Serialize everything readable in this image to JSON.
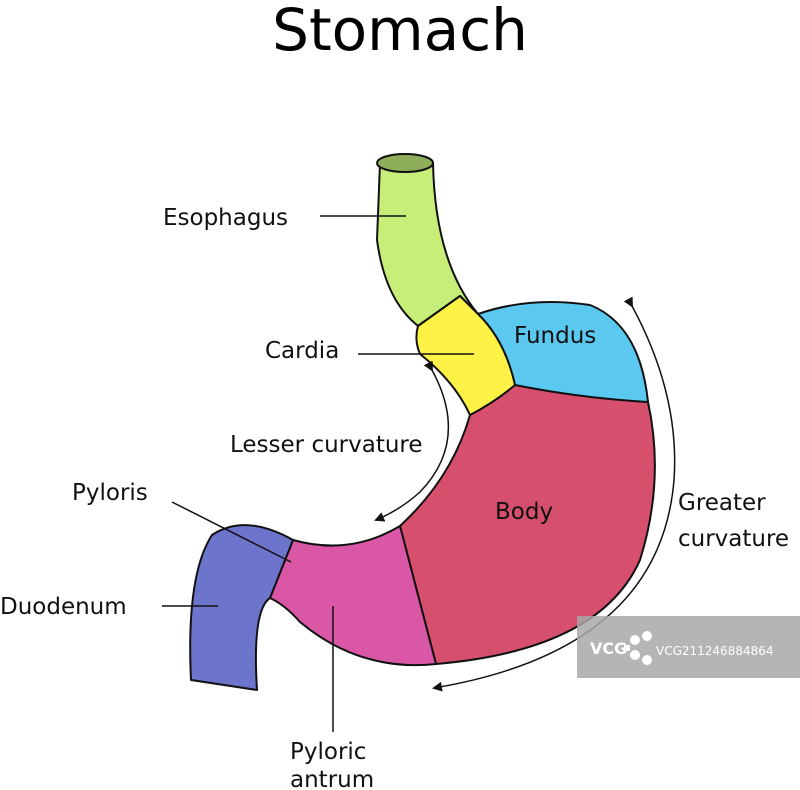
{
  "title": "Stomach",
  "colors": {
    "esophagus": "#c6ee78",
    "esophagus_top": "#8fae5a",
    "cardia": "#fff246",
    "fundus": "#5bc8f0",
    "body": "#d6506e",
    "pyloric_antrum": "#d957a4",
    "duodenum": "#6c74cc",
    "outline": "#111111",
    "watermark": "#a8a8a8"
  },
  "labels": {
    "esophagus": "Esophagus",
    "cardia": "Cardia",
    "fundus": "Fundus",
    "lesser_curvature": "Lesser curvature",
    "pyloris": "Pyloris",
    "body": "Body",
    "greater_curvature_1": "Greater",
    "greater_curvature_2": "curvature",
    "duodenum": "Duodenum",
    "pyloric_antrum_1": "Pyloric",
    "pyloric_antrum_2": "antrum"
  },
  "watermark": {
    "logo": "VCG",
    "text": "VCG211246884864"
  }
}
